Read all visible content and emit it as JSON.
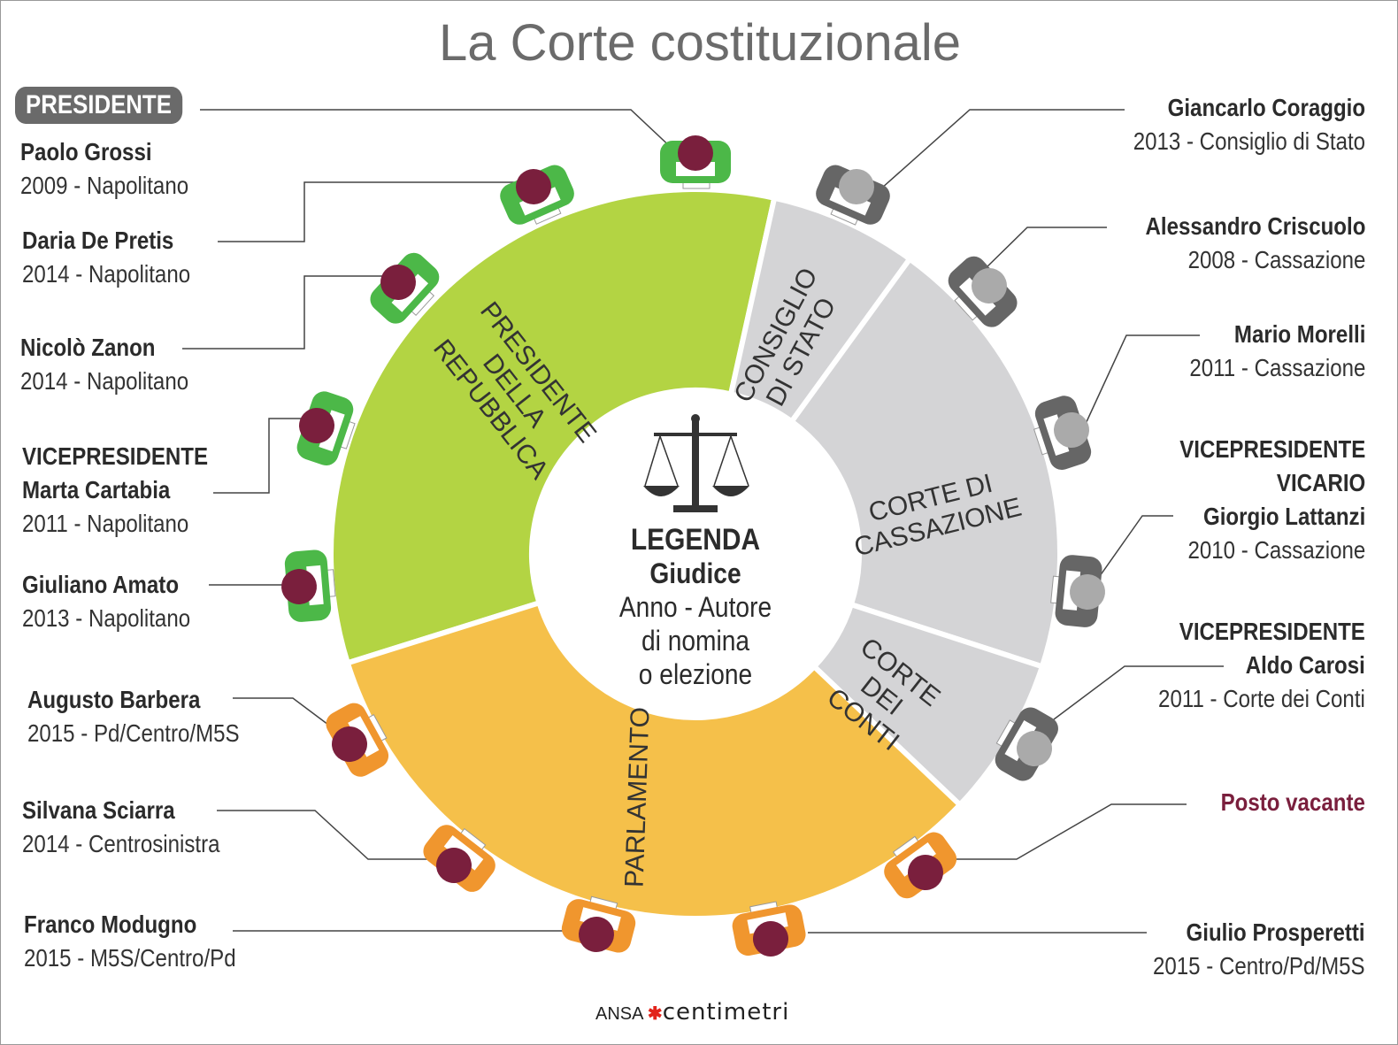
{
  "title": "La Corte costituzionale",
  "president_badge": "PRESIDENTE",
  "segments": {
    "presidente": "PRESIDENTE DELLA REPUBBLICA",
    "consiglio": "CONSIGLIO DI STATO",
    "cassazione": "CORTE DI CASSAZIONE",
    "conti": "CORTE DEI CONTI",
    "parlamento": "PARLAMENTO"
  },
  "legend": {
    "title": "LEGENDA",
    "judge": "Giudice",
    "line1": "Anno - Autore",
    "line2": "di nomina",
    "line3": "o elezione"
  },
  "judges": [
    {
      "name": "Paolo Grossi",
      "meta": "2009 - Napolitano"
    },
    {
      "name": "Daria De Pretis",
      "meta": "2014 - Napolitano"
    },
    {
      "name": "Nicolò Zanon",
      "meta": "2014 - Napolitano"
    },
    {
      "role": "VICEPRESIDENTE",
      "name": "Marta Cartabia",
      "meta": "2011 - Napolitano"
    },
    {
      "name": "Giuliano Amato",
      "meta": "2013 - Napolitano"
    },
    {
      "name": "Augusto Barbera",
      "meta": "2015 - Pd/Centro/M5S"
    },
    {
      "name": "Silvana Sciarra",
      "meta": "2014 - Centrosinistra"
    },
    {
      "name": "Franco Modugno",
      "meta": "2015 - M5S/Centro/Pd"
    },
    {
      "name": "Giancarlo Coraggio",
      "meta": "2013 - Consiglio di Stato"
    },
    {
      "name": "Alessandro Criscuolo",
      "meta": "2008 - Cassazione"
    },
    {
      "name": "Mario Morelli",
      "meta": "2011 - Cassazione"
    },
    {
      "role": "VICEPRESIDENTE",
      "role2": "VICARIO",
      "name": "Giorgio Lattanzi",
      "meta": "2010 - Cassazione"
    },
    {
      "role": "VICEPRESIDENTE",
      "name": "Aldo Carosi",
      "meta": "2011 - Corte dei Conti"
    },
    {
      "name": "Posto vacante"
    },
    {
      "name": "Giulio Prosperetti",
      "meta": "2015 - Centro/Pd/M5S"
    }
  ],
  "credit": {
    "ansa": "ANSA",
    "brand": "centimetri"
  },
  "colors": {
    "green": "#b3d443",
    "gray": "#d4d4d6",
    "orange": "#f5c04a",
    "vacant": "#7a1f3d"
  }
}
